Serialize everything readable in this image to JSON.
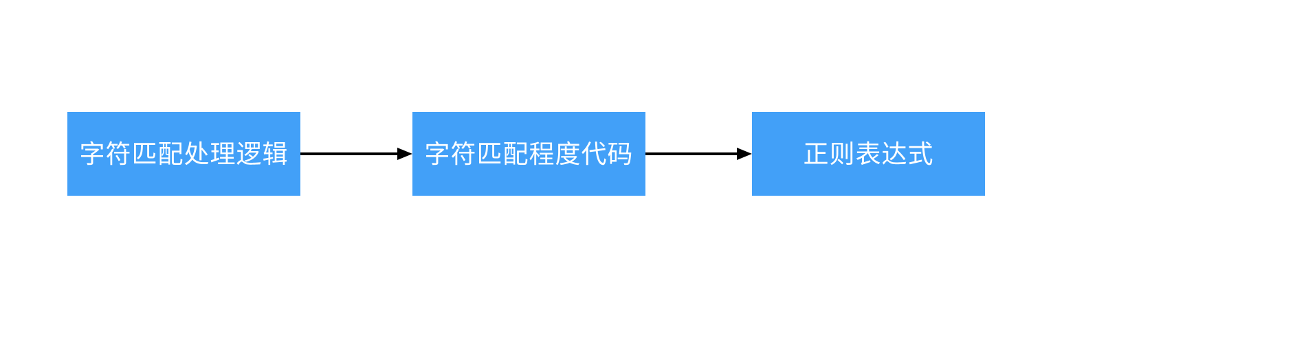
{
  "diagram": {
    "type": "flowchart",
    "direction": "left-to-right",
    "background_color": "#ffffff",
    "node_fill_color": "#42a0f8",
    "node_text_color": "#ffffff",
    "edge_color": "#000000",
    "nodes": [
      {
        "id": "n0",
        "label": "字符匹配处理逻辑",
        "shape": "rectangle"
      },
      {
        "id": "n1",
        "label": "字符匹配程度代码",
        "shape": "rectangle"
      },
      {
        "id": "n2",
        "label": "正则表达式",
        "shape": "rectangle"
      }
    ],
    "edges": [
      {
        "id": "e0",
        "from": "n0",
        "to": "n1",
        "label": "",
        "arrowhead": "solid-triangle",
        "style": "solid"
      },
      {
        "id": "e1",
        "from": "n1",
        "to": "n2",
        "label": "",
        "arrowhead": "solid-triangle",
        "style": "solid"
      }
    ]
  }
}
